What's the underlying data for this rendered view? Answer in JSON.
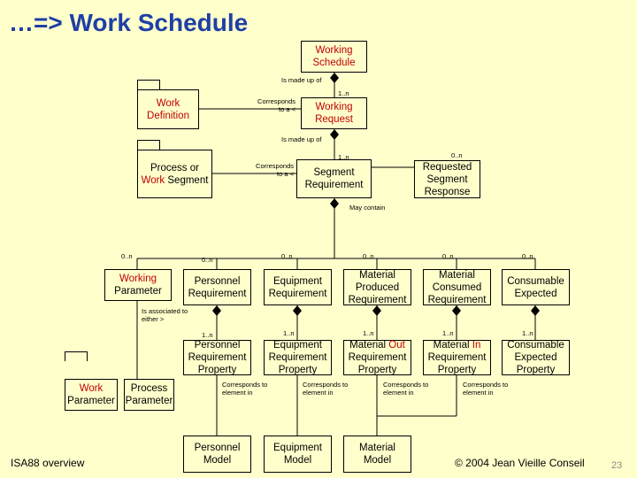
{
  "title": "…=> Work Schedule",
  "footer": {
    "left": "ISA88 overview",
    "right": "© 2004 Jean Vieille Conseil",
    "page": "23"
  },
  "boxes": {
    "working_schedule": "Working Schedule",
    "work_definition": "Work Definition",
    "working_request": "Working Request",
    "process_or_work_segment": {
      "pre": "Process or ",
      "accent": "Work",
      "post": " Segment"
    },
    "segment_requirement": "Segment Requirement",
    "requested_segment_response": "Requested Segment Response",
    "working_parameter": {
      "accent": "Working",
      "post": " Parameter"
    },
    "personnel_requirement": "Personnel Requirement",
    "equipment_requirement": "Equipment Requirement",
    "material_produced_requirement": "Material Produced Requirement",
    "material_consumed_requirement": "Material Consumed Requirement",
    "consumable_expected": "Consumable Expected",
    "personnel_requirement_property": "Personnel Requirement Property",
    "equipment_requirement_property": "Equipment Requirement Property",
    "material_out_requirement_property": {
      "pre": "Material ",
      "accent": "Out",
      "post": " Requirement Property"
    },
    "material_in_requirement_property": {
      "pre": "Material ",
      "accent": "In",
      "post": " Requirement Property"
    },
    "consumable_expected_property": "Consumable Expected Property",
    "work_parameter": {
      "accent": "Work",
      "post": " Parameter"
    },
    "process_parameter": "Process Parameter",
    "personnel_model": "Personnel Model",
    "equipment_model": "Equipment Model",
    "material_model": "Material Model"
  },
  "labels": {
    "is_made_up_of_1": "Is made up of",
    "mult_1n_a": "1..n",
    "corresponds_1": "Corresponds to a <",
    "is_made_up_of_2": "Is made up of",
    "mult_1n_b": "1..n",
    "mult_0n_a": "0..n",
    "corresponds_2": "Corresponds to a <",
    "may_contain": "May contain",
    "mult_wp": "0..n",
    "mult_pr": "0..n",
    "mult_er": "0..n",
    "mult_mp": "0..n",
    "mult_mc": "0..n",
    "mult_ce": "0..n",
    "is_associated": "Is associated to either >",
    "mult_prp": "1..n",
    "mult_erp": "1..n",
    "mult_mop": "1..n",
    "mult_mip": "1..n",
    "mult_cep": "1..n",
    "corr_elem_1": "Corresponds to element in",
    "corr_elem_2": "Corresponds to element in",
    "corr_elem_3": "Corresponds to element in",
    "corr_elem_4": "Corresponds to element in"
  }
}
